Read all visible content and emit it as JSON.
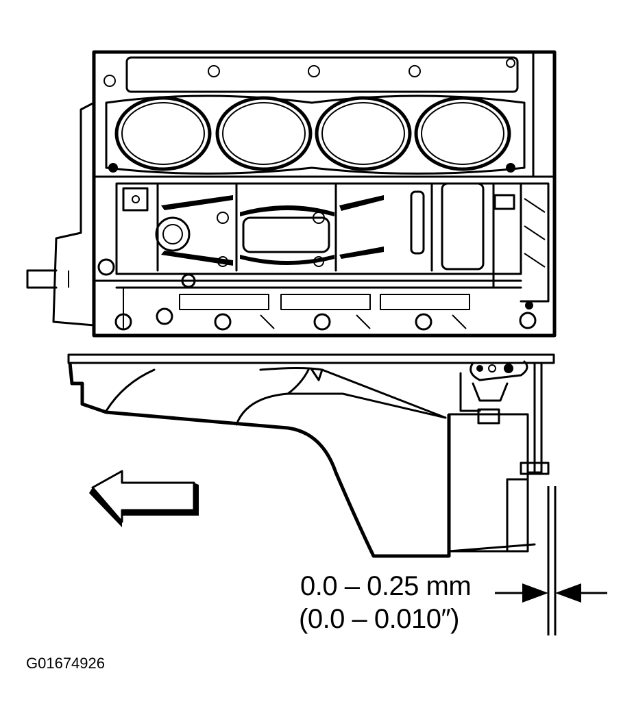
{
  "measurement": {
    "metric": "0.0 – 0.25 mm",
    "imperial": "(0.0 – 0.010″)"
  },
  "figure_id": "G01674926",
  "icons": {
    "direction_arrow": "front-direction-arrow-icon",
    "gap_arrows": "clearance-indicator-arrows-icon"
  }
}
